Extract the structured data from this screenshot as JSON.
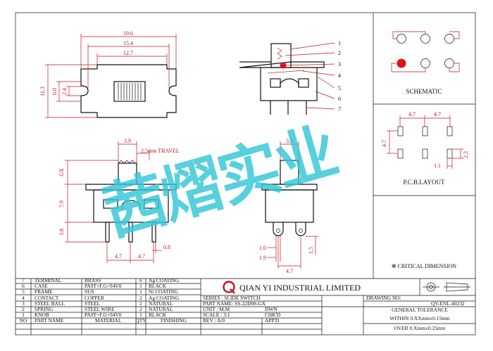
{
  "dimensions": {
    "top_width_outer": "19.6",
    "top_width_mid": "15.4",
    "top_width_inner": "12.7",
    "top_height_outer": "11.3",
    "top_height_mid": "6.0",
    "top_height_inner": "2.4",
    "front_knob_offset": "3.9",
    "travel": "2.5mm TRAVEL",
    "front_height_gx": "GX",
    "front_height_body": "7.9",
    "front_pin_len": "3.8",
    "front_pitch_left": "4.7",
    "front_pitch_right": "4.7",
    "front_pin_width": "0.8",
    "side_knob_offset": "3.9",
    "side_pin_1": "1.0",
    "side_pin_2": "1.9",
    "side_pitch": "4.7",
    "side_pin_len": "1.5"
  },
  "callouts": [
    "1",
    "2",
    "3",
    "4",
    "5",
    "6",
    "7"
  ],
  "schematic_label": "SCHEMATIC",
  "pcb": {
    "label": "P.C.B.LAYOUT",
    "pitch_1": "4.7",
    "pitch_2": "4.7",
    "row_spacing": "4.7",
    "pad_width": "1.1",
    "pad_height": "2.3"
  },
  "critical_dimension": "✻ CRITICAL DIMENSION",
  "watermark": "茜熠实业",
  "parts_header": {
    "no": "NO",
    "name": "PART NAME",
    "material": "MATERIAL",
    "qty": "QTY",
    "finishing": "FINISHING"
  },
  "parts": [
    {
      "no": "7",
      "name": "TERMINAL",
      "material": "BRASS",
      "qty": "6",
      "finishing": "Ag COATING"
    },
    {
      "no": "6",
      "name": "CASE",
      "material": "PA9T+F.G+94V0",
      "qty": "1",
      "finishing": "BLACK"
    },
    {
      "no": "5",
      "name": "FRAME",
      "material": "SUS",
      "qty": "1",
      "finishing": "Ni COATING"
    },
    {
      "no": "4",
      "name": "CONTACT",
      "material": "COPPER",
      "qty": "2",
      "finishing": "Ag COATING"
    },
    {
      "no": "3",
      "name": "STEEL BALL",
      "material": "STEEL",
      "qty": "2",
      "finishing": "NATURAL"
    },
    {
      "no": "2",
      "name": "SPRING",
      "material": "STEEL WIRE",
      "qty": "2",
      "finishing": "NATURAL"
    },
    {
      "no": "1",
      "name": "KNOB",
      "material": "PA9T+F.G+94V0",
      "qty": "1",
      "finishing": "BLACK"
    }
  ],
  "company": "QIAN YI INDUSTRIAL LIMITED",
  "series": "SERIES : SLIDE SWITCH",
  "part_name": "PART NAME: SS-22D08-GX",
  "unit": "UNIT : M.M",
  "scale": "SCALE : 3:1",
  "rev": "REV  : A/0",
  "dwn": "DWN",
  "chkd": "CHK'D",
  "appd": "APP'D",
  "drawing_no_label": "DRAWING NO:",
  "drawing_no": "QY-ENL-40232",
  "general_tolerance": "GENERAL TOLERANCE",
  "tol_within": "WITHIN  0.XXmm±0.15mm",
  "tol_over": "OVER   0.Xmm±0.25mm",
  "colors": {
    "dimension": "#c0151b",
    "watermark": "#34c6d6",
    "line": "#111111"
  }
}
